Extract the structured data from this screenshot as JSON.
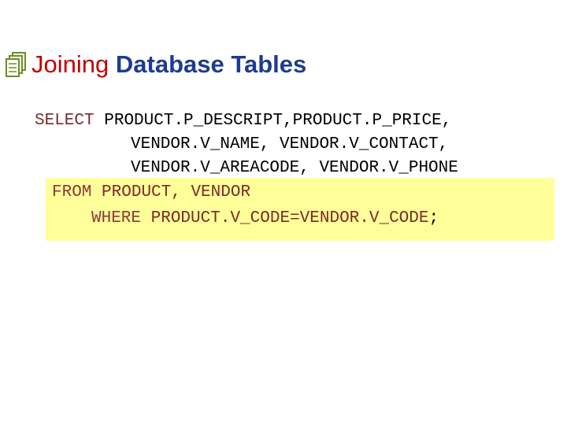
{
  "title": {
    "part1": "Joining",
    "part2": "Database Tables"
  },
  "bullet": {
    "icon": "stacked-pages-icon",
    "color": "#6b8e23"
  },
  "sql": {
    "line1": {
      "keyword": "SELECT",
      "text": "PRODUCT.P_DESCRIPT,PRODUCT.P_PRICE,"
    },
    "line2": {
      "text": "VENDOR.V_NAME, VENDOR.V_CONTACT,"
    },
    "line3": {
      "text": "VENDOR.V_AREACODE, VENDOR.V_PHONE"
    },
    "line4": {
      "keyword": "FROM",
      "text": "PRODUCT, VENDOR"
    },
    "line5": {
      "keyword": "WHERE",
      "text": "PRODUCT.V_CODE=VENDOR.V_CODE",
      "terminator": ";"
    }
  },
  "colors": {
    "title_accent": "#c00000",
    "title_main": "#1f3a93",
    "highlight": "#ffff99",
    "keyword": "#7a2a2a"
  }
}
